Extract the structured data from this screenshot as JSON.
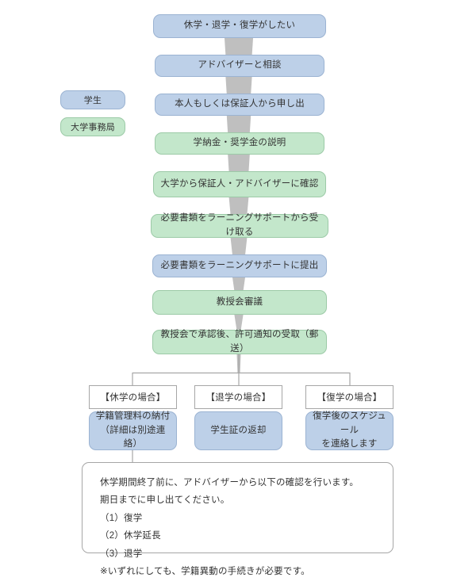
{
  "diagram": {
    "title": "休学・退学・復学手続きフロー",
    "colors": {
      "student_fill": "#bdd0e8",
      "student_border": "#9bb3d2",
      "office_fill": "#c3e7cb",
      "office_border": "#9ccaa7",
      "connector": "#bfbfbf",
      "line": "#a6a6a6",
      "text": "#333333"
    },
    "legend": [
      {
        "label": "学生",
        "role": "student"
      },
      {
        "label": "大学事務局",
        "role": "office"
      }
    ],
    "steps": [
      {
        "label": "休学・退学・復学がしたい",
        "role": "student"
      },
      {
        "label": "アドバイザーと相談",
        "role": "student"
      },
      {
        "label": "本人もしくは保証人から申し出",
        "role": "student"
      },
      {
        "label": "学納金・奨学金の説明",
        "role": "office"
      },
      {
        "label": "大学から保証人・アドバイザーに確認",
        "role": "office"
      },
      {
        "label": "必要書類をラーニングサポートから受け取る",
        "role": "office"
      },
      {
        "label": "必要書類をラーニングサポートに提出",
        "role": "student"
      },
      {
        "label": "教授会審議",
        "role": "office"
      },
      {
        "label": "教授会で承認後、許可通知の受取（郵送）",
        "role": "office"
      }
    ],
    "branches": [
      {
        "label": "【休学の場合】",
        "action": "学籍管理料の納付\n（詳細は別途連絡）",
        "action_lines": [
          "学籍管理料の納付",
          "（詳細は別途連絡）"
        ],
        "role": "student"
      },
      {
        "label": "【退学の場合】",
        "action": "学生証の返却",
        "action_lines": [
          "学生証の返却"
        ],
        "role": "student"
      },
      {
        "label": "【復学の場合】",
        "action": "復学後のスケジュール\nを連絡します",
        "action_lines": [
          "復学後のスケジュール",
          "を連絡します"
        ],
        "role": "student"
      }
    ],
    "note": {
      "lines": [
        "休学期間終了前に、アドバイザーから以下の確認を行います。",
        "期日までに申し出てください。",
        "（1）復学",
        "（2）休学延長",
        "（3）退学",
        "※いずれにしても、学籍異動の手続きが必要です。"
      ]
    }
  }
}
